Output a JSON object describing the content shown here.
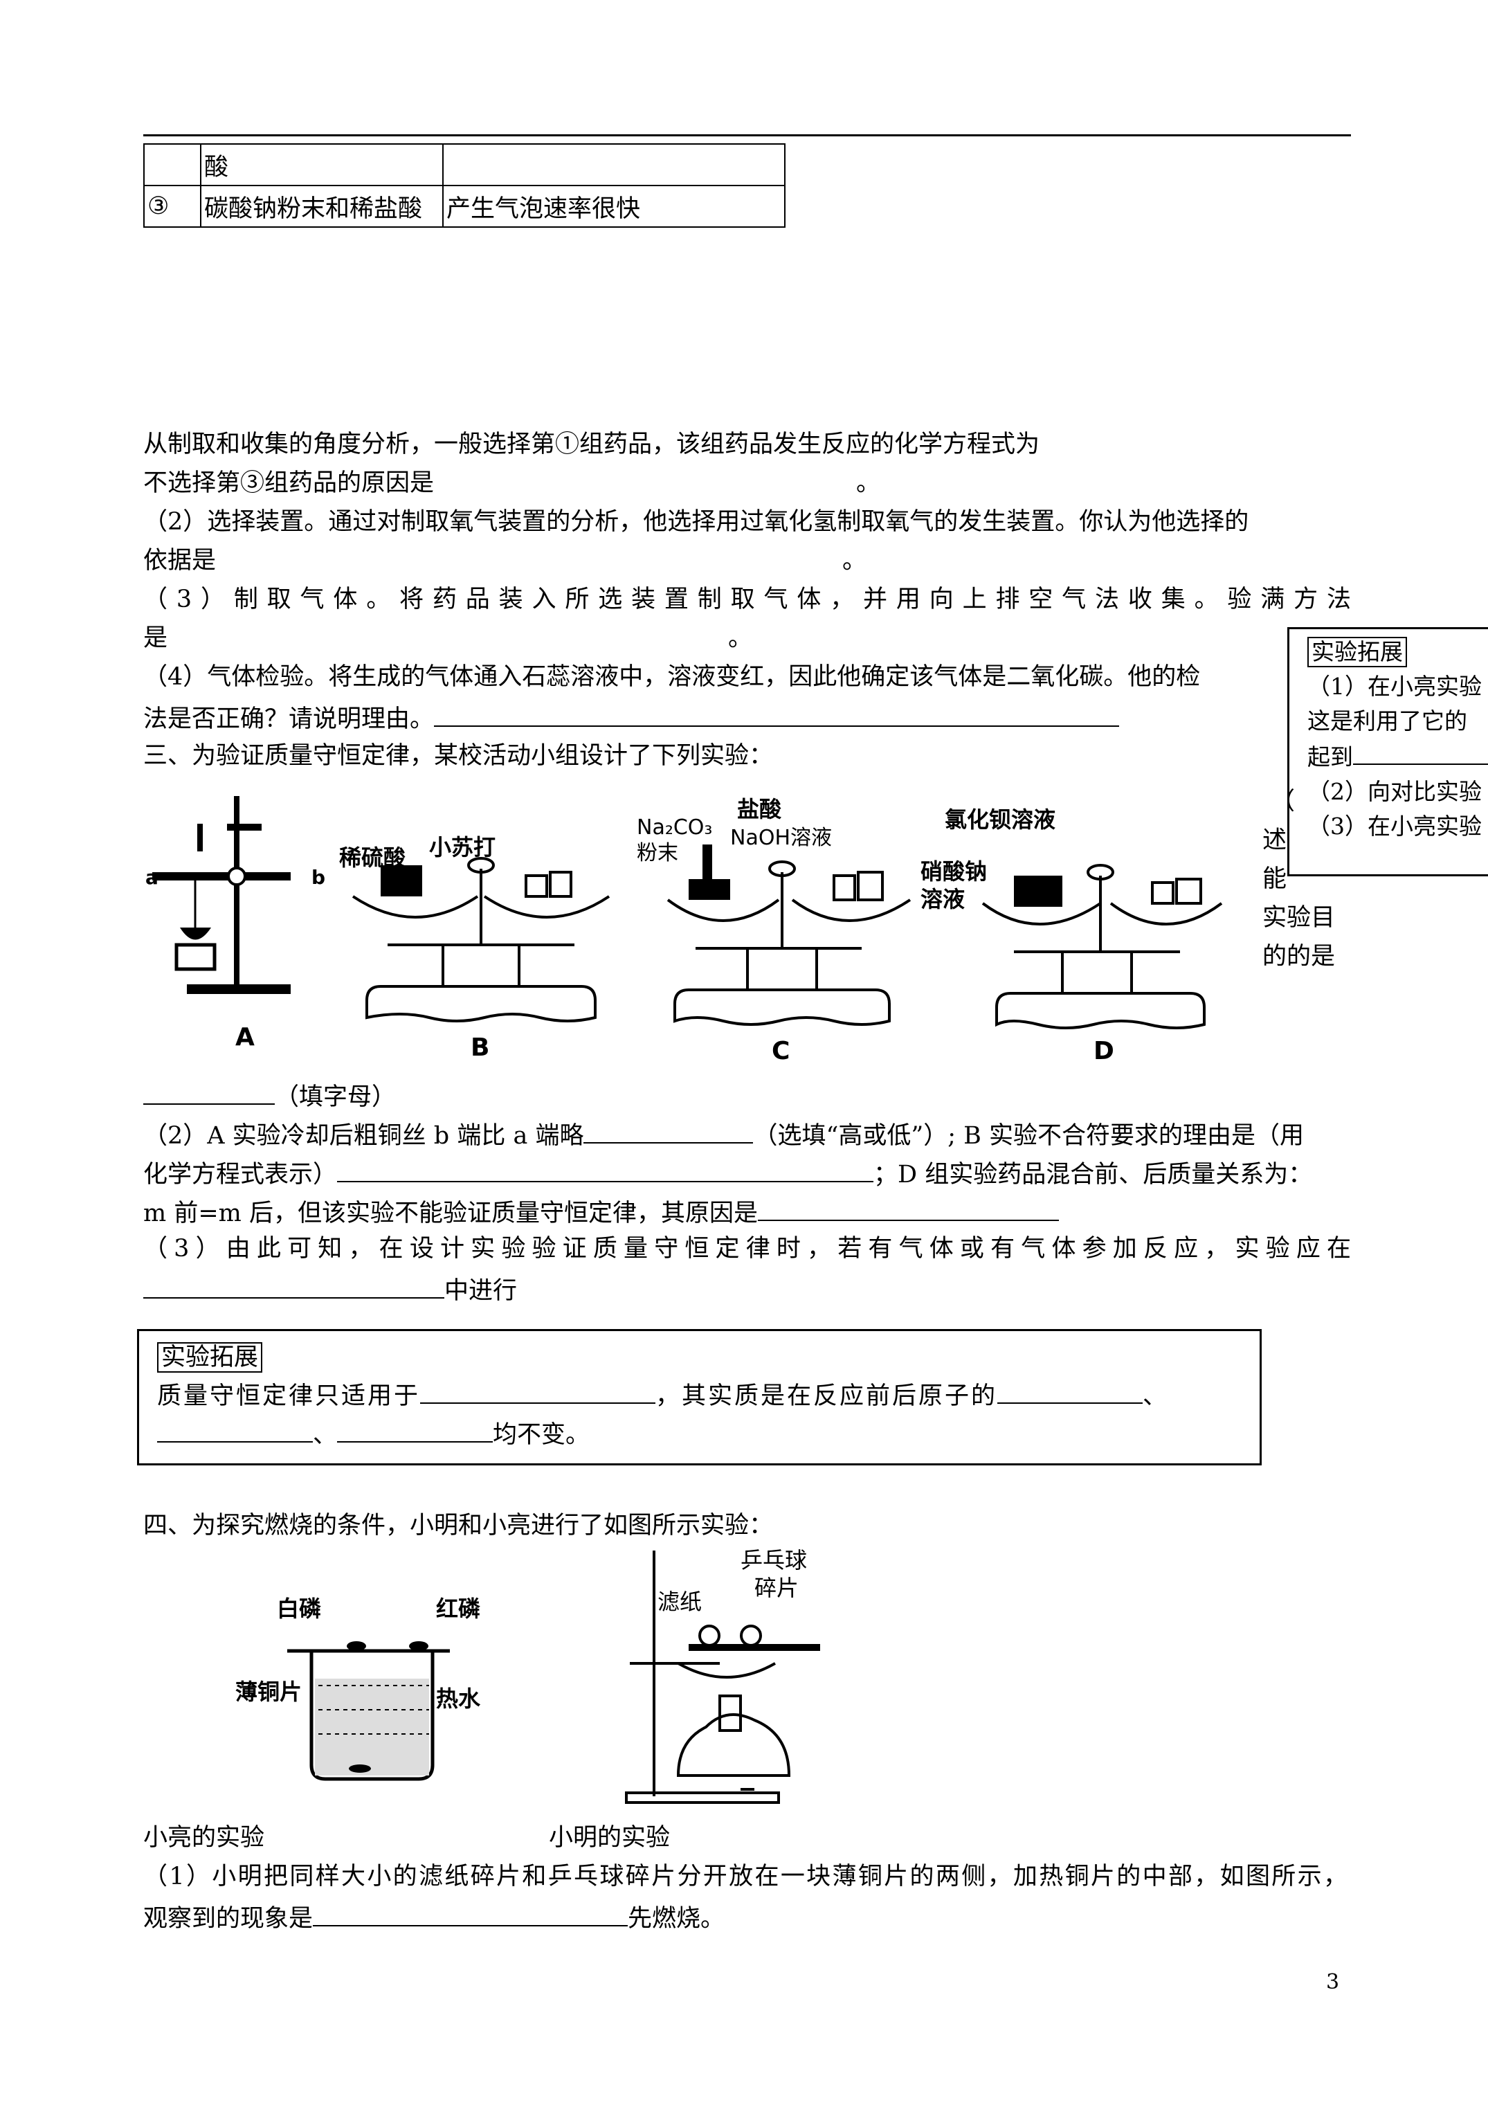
{
  "table": {
    "row1": {
      "c1": "",
      "c2": "酸",
      "c3": ""
    },
    "row2": {
      "c1": "③",
      "c2": "碳酸钠粉末和稀盐酸",
      "c3": "产生气泡速率很快"
    }
  },
  "section2": {
    "l1": "从制取和收集的角度分析，一般选择第①组药品，该组药品发生反应的化学方程式为",
    "l2a": "不选择第③组药品的原因是",
    "l2b": "。",
    "l3": "（2）选择装置。通过对制取氧气装置的分析，他选择用过氧化氢制取氧气的发生装置。你认为他选择的",
    "l4a": "依据是",
    "l4b": "。",
    "l5": "（3）制取气体。将药品装入所选装置制取气体，并用向上排空气法收集。验满方法",
    "l6a": "是",
    "l6b": "。",
    "l7": "（4）气体检验。将生成的气体通入石蕊溶液中，溶液变红，因此他确定该气体是二氧化碳。他的检",
    "l8": "法是否正确？请说明理由。"
  },
  "side_box": {
    "title": "实验拓展",
    "l1": "（1）在小亮实验",
    "l2": "这是利用了它的",
    "l3": "起到",
    "l4": "（2）向对比实验",
    "l5": "（3）在小亮实验"
  },
  "section3": {
    "title": "三、为验证质量守恒定律，某校活动小组设计了下列实验：",
    "side_text": [
      "（",
      "述",
      "能",
      "实验目",
      "的的是"
    ],
    "q1_tail": "（填字母）",
    "q2a": "（2）A 实验冷却后粗铜丝 b 端比 a 端略",
    "q2b": "（选填“高或低”）; B 实验不合符要求的理由是（用",
    "q2c": "化学方程式表示）",
    "q2d": "；D 组实验药品混合前、后质量关系为：",
    "q2e": "m 前=m 后，但该实验不能验证质量守恒定律，其原因是",
    "q3": "（3）由此可知，在设计实验验证质量守恒定律时，若有气体或有气体参加反应，实验应在",
    "q3b": "中进行"
  },
  "figs3": {
    "A": {
      "label": "A",
      "a": "a",
      "b": "b"
    },
    "B": {
      "label": "B",
      "acid": "稀硫酸",
      "soda": "小苏打"
    },
    "C": {
      "label": "C",
      "na2co3": "Na₂CO₃",
      "powder": "粉末",
      "hcl": "盐酸",
      "naoh": "NaOH溶液"
    },
    "D": {
      "label": "D",
      "bacl": "氯化钡溶液",
      "nitrate1": "硝酸钠",
      "nitrate2": "溶液"
    }
  },
  "expand_box": {
    "title": "实验拓展",
    "l1a": "质量守恒定律只适用于",
    "l1b": "，其实质是在反应前后原子的",
    "l1c": "、",
    "l2a": "、",
    "l2b": "均不变。"
  },
  "section4": {
    "title": "四、为探究燃烧的条件，小明和小亮进行了如图所示实验：",
    "cap1": "小亮的实验",
    "cap2": "小明的实验",
    "q1a": "（1）小明把同样大小的滤纸碎片和乒乓球碎片分开放在一块薄铜片的两侧，加热铜片的中部，如图所示，",
    "q1b": "观察到的现象是",
    "q1c": "先燃烧。"
  },
  "figs4": {
    "white_p": "白磷",
    "red_p": "红磷",
    "copper": "薄铜片",
    "hot_water": "热水",
    "filter": "滤纸",
    "pingpong1": "乒乓球",
    "pingpong2": "碎片"
  },
  "page_number": "3"
}
